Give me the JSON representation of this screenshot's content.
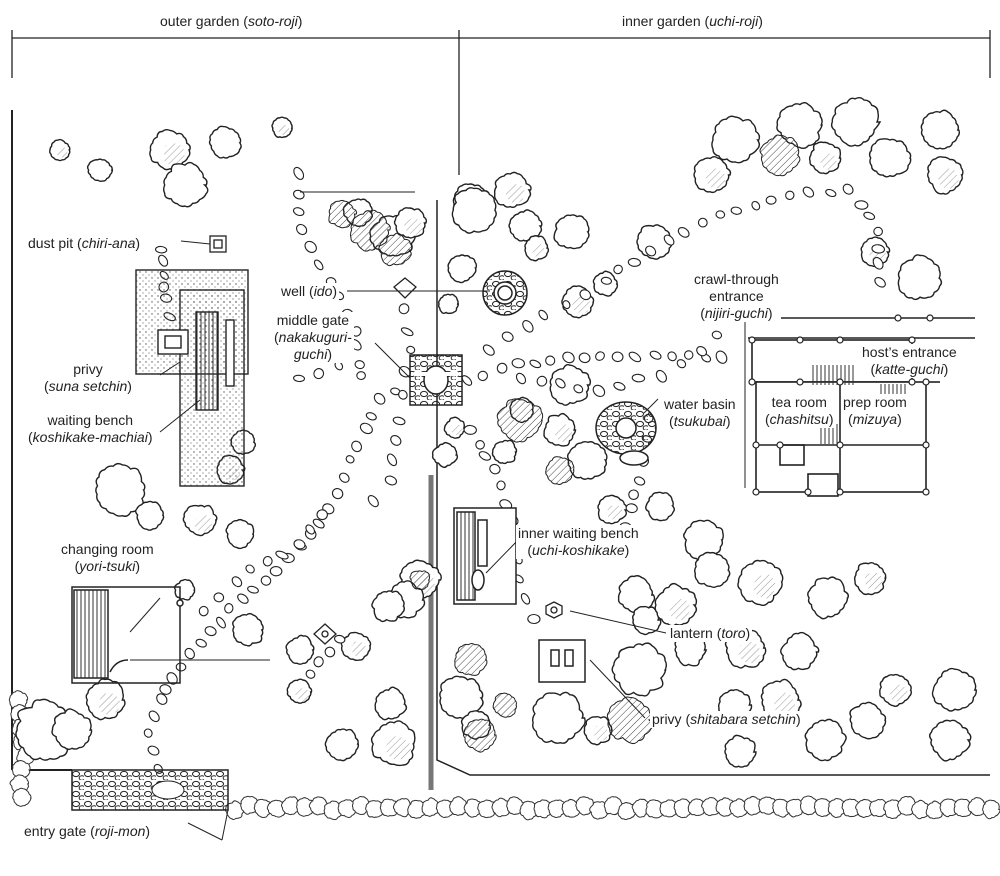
{
  "header": {
    "outer": {
      "text": "outer garden",
      "paren": "soto-roji"
    },
    "inner": {
      "text": "inner garden",
      "paren": "uchi-roji"
    }
  },
  "labels": {
    "dust_pit": {
      "text": "dust pit",
      "jp": "chiri-ana"
    },
    "well": {
      "text": "well",
      "jp": "ido"
    },
    "middle_gate": {
      "line1": "middle gate",
      "jp1": "nakakuguri-",
      "jp2": "guchi"
    },
    "privy_outer": {
      "line1": "privy",
      "jp": "suna setchin"
    },
    "waiting_bench": {
      "line1": "waiting bench",
      "jp": "koshikake-machiai"
    },
    "changing_room": {
      "line1": "changing room",
      "jp": "yori-tsuki"
    },
    "entry_gate": {
      "text": "entry gate",
      "jp": "roji-mon"
    },
    "crawl_entrance": {
      "line1": "crawl-through",
      "line2": "entrance",
      "jp": "nijiri-guchi"
    },
    "hosts_entrance": {
      "line1": "host’s entrance",
      "jp": "katte-guchi"
    },
    "tea_room": {
      "line1": "tea room",
      "jp": "chashitsu"
    },
    "prep_room": {
      "line1": "prep room",
      "jp": "mizuya"
    },
    "water_basin": {
      "line1": "water basin",
      "jp": "tsukubai"
    },
    "inner_bench": {
      "line1": "inner waiting bench",
      "jp": "uchi-koshikake"
    },
    "lantern": {
      "text": "lantern",
      "jp": "toro"
    },
    "privy_inner": {
      "text": "privy",
      "jp": "shitabara setchin"
    }
  }
}
